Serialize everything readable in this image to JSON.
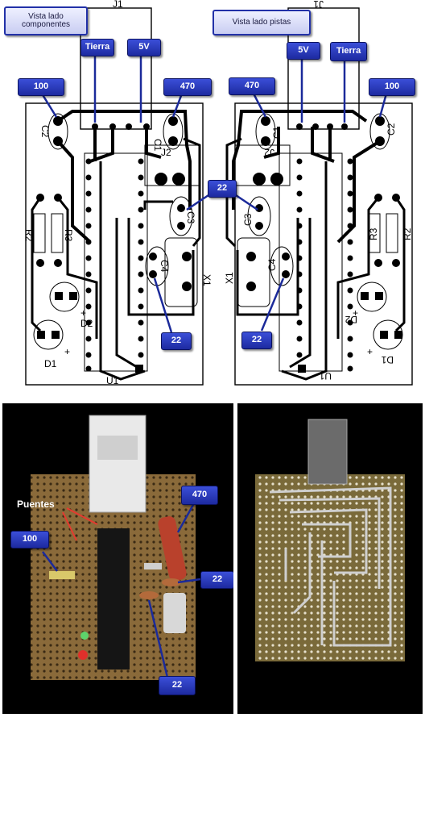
{
  "left_view": {
    "title": "Vista lado componentes",
    "labels": {
      "ground": "Tierra",
      "vcc": "5V",
      "r100": "100",
      "c470": "470",
      "c22_top": "22",
      "c22_bottom": "22"
    },
    "refs": {
      "j1": "J1",
      "j2": "J2",
      "c1": "C1",
      "c2": "C2",
      "c3": "C3",
      "c4": "C4",
      "x1": "X1",
      "r2": "R2",
      "r3": "R3",
      "d1": "D1",
      "d2": "D2",
      "u1": "U1"
    }
  },
  "right_view": {
    "title": "Vista lado pistas",
    "labels": {
      "ground": "Tierra",
      "vcc": "5V",
      "r100": "100",
      "c470": "470",
      "c22_bottom": "22"
    }
  },
  "photos": {
    "left": {
      "puentes": "Puentes",
      "r100": "100",
      "c470": "470",
      "c22_right": "22",
      "c22_bottom": "22"
    }
  }
}
